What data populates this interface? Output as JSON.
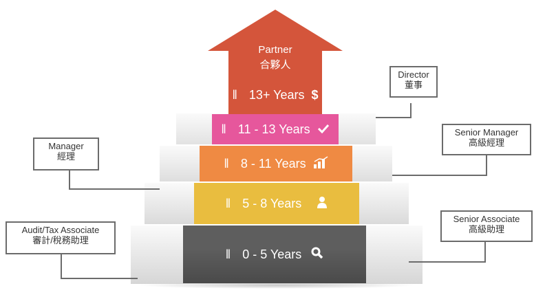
{
  "pyramid": {
    "levels": [
      {
        "years": "0 - 5 Years",
        "color": "#585858",
        "icon": "magnifier-icon"
      },
      {
        "years": "5 - 8 Years",
        "color": "#e9bd3f",
        "icon": "person-icon"
      },
      {
        "years": "8 - 11 Years",
        "color": "#ef8a43",
        "icon": "bar-chart-icon"
      },
      {
        "years": "11 - 13 Years",
        "color": "#e6579c",
        "icon": "checkmark-icon"
      },
      {
        "years": "13+ Years",
        "color": "#d4553b",
        "icon": "dollar-icon"
      }
    ],
    "arrow": {
      "title_en": "Partner",
      "title_cn": "合夥人",
      "color": "#d4553b"
    },
    "bar_glyph": "‖",
    "dollar": "$"
  },
  "labels": {
    "director": {
      "en": "Director",
      "cn": "董事"
    },
    "senior_manager": {
      "en": "Senior Manager",
      "cn": "高級經理"
    },
    "manager": {
      "en": "Manager",
      "cn": "經理"
    },
    "senior_associate": {
      "en": "Senior Associate",
      "cn": "高級助理"
    },
    "associate": {
      "en": "Audit/Tax Associate",
      "cn": "審計/稅務助理"
    }
  },
  "colors": {
    "stair_light": "#f4f4f4",
    "stair_side": "#dcdcdc",
    "border": "#6b6b6b"
  }
}
